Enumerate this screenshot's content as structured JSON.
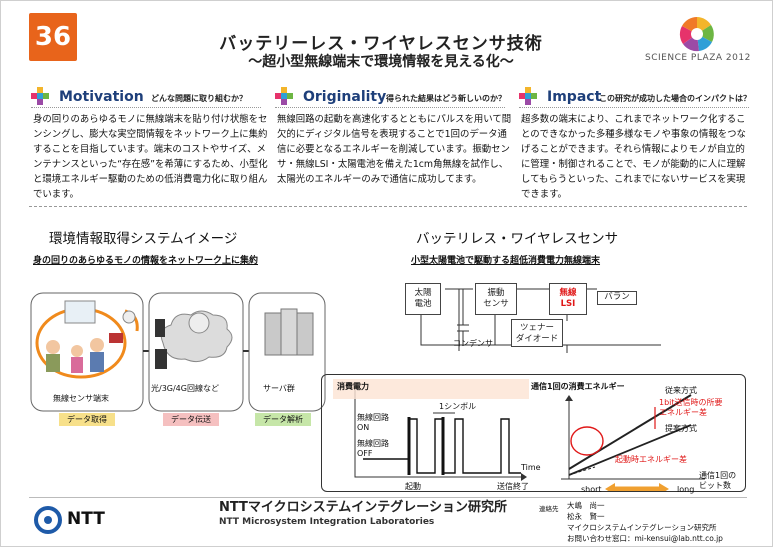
{
  "header": {
    "number": "36",
    "title": "バッテリーレス・ワイヤレスセンサ技術",
    "subtitle": "〜超小型無線端末で環境情報を見える化〜",
    "logo_text": "SCIENCE PLAZA 2012"
  },
  "sections": [
    {
      "heading": "Motivation",
      "question": "どんな問題に取り組むか？",
      "body": "身の回りのあらゆるモノに無線端末を貼り付け状態をセンシングし、膨大な実空間情報をネットワーク上に集約することを目指しています。端末のコストやサイズ、メンテナンスといった“存在感”を希薄にするため、小型化と環境エネルギー駆動のための低消費電力化に取り組んでいます。"
    },
    {
      "heading": "Originality",
      "question": "得られた結果はどう新しいのか？",
      "body": "無線回路の起動を高速化するとともにパルスを用いて間欠的にディジタル信号を表現することで1回のデータ通信に必要となるエネルギーを削減しています。振動センサ・無線LSI・太陽電池を備えた1cm角無線を試作し、太陽光のエネルギーのみで通信に成功してます。"
    },
    {
      "heading": "Impact",
      "question": "この研究が成功した場合のインパクトは？",
      "body": "超多数の端末により、これまでネットワーク化することのできなかった多種多様なモノや事象の情報をつなげることができます。それら情報によりモノが自立的に管理・制御されることで、モノが能動的に人に理解してもらうといった、これまでにないサービスを実現できます。"
    }
  ],
  "left_diagram": {
    "title": "環境情報取得システムイメージ",
    "caption": "身の回りのあらゆるモノの情報をネットワーク上に集約",
    "label_terminal": "無線センサ端末",
    "label_network": "光/3G/4G回線など",
    "label_servers": "サーバ群",
    "tag_acquire": "データ取得",
    "tag_transfer": "データ伝送",
    "tag_analyze": "データ解析"
  },
  "right_diagram": {
    "title": "バッテリレス・ワイヤレスセンサ",
    "caption": "小型太陽電池で駆動する超低消費電力無線端末",
    "block_solar": "太陽\n電池",
    "block_vibration": "振動\nセンサ",
    "block_lsi": "無線\nLSI",
    "block_balun": "バラン",
    "block_zener": "ツェナー\nダイオード",
    "label_capacitor": "コンデンサ",
    "power_title": "消費電力",
    "on_label": "無線回路\nON",
    "off_label": "無線回路\nOFF",
    "symbol_label": "1シンボル",
    "time_label": "Time",
    "start_label": "起動",
    "end_label": "送信終了",
    "energy_title": "通信1回の消費エネルギー",
    "conventional": "従来方式",
    "diff_label": "1bit送信時の所要\nエネルギー差",
    "proposed": "提案方式",
    "startup_diff": "起動時エネルギー差",
    "axis_label": "通信1回の\nビット数",
    "short_label": "short",
    "long_label": "long"
  },
  "footer": {
    "logo": "NTT",
    "lab_name": "NTTマイクロシステムインテグレーション研究所",
    "lab_name_en": "NTT Microsystem Integration Laboratories",
    "contact_prefix": "連絡先",
    "person1": "大嶋　尚一",
    "person2": "松永　賢一",
    "lab_short": "マイクロシステムインテグレーション研究所",
    "contact": "お問い合わせ窓口：mi-kensui@lab.ntt.co.jp"
  },
  "colors": {
    "accent": "#e8641b",
    "heading": "#1e3f7a",
    "red": "#e01818"
  }
}
